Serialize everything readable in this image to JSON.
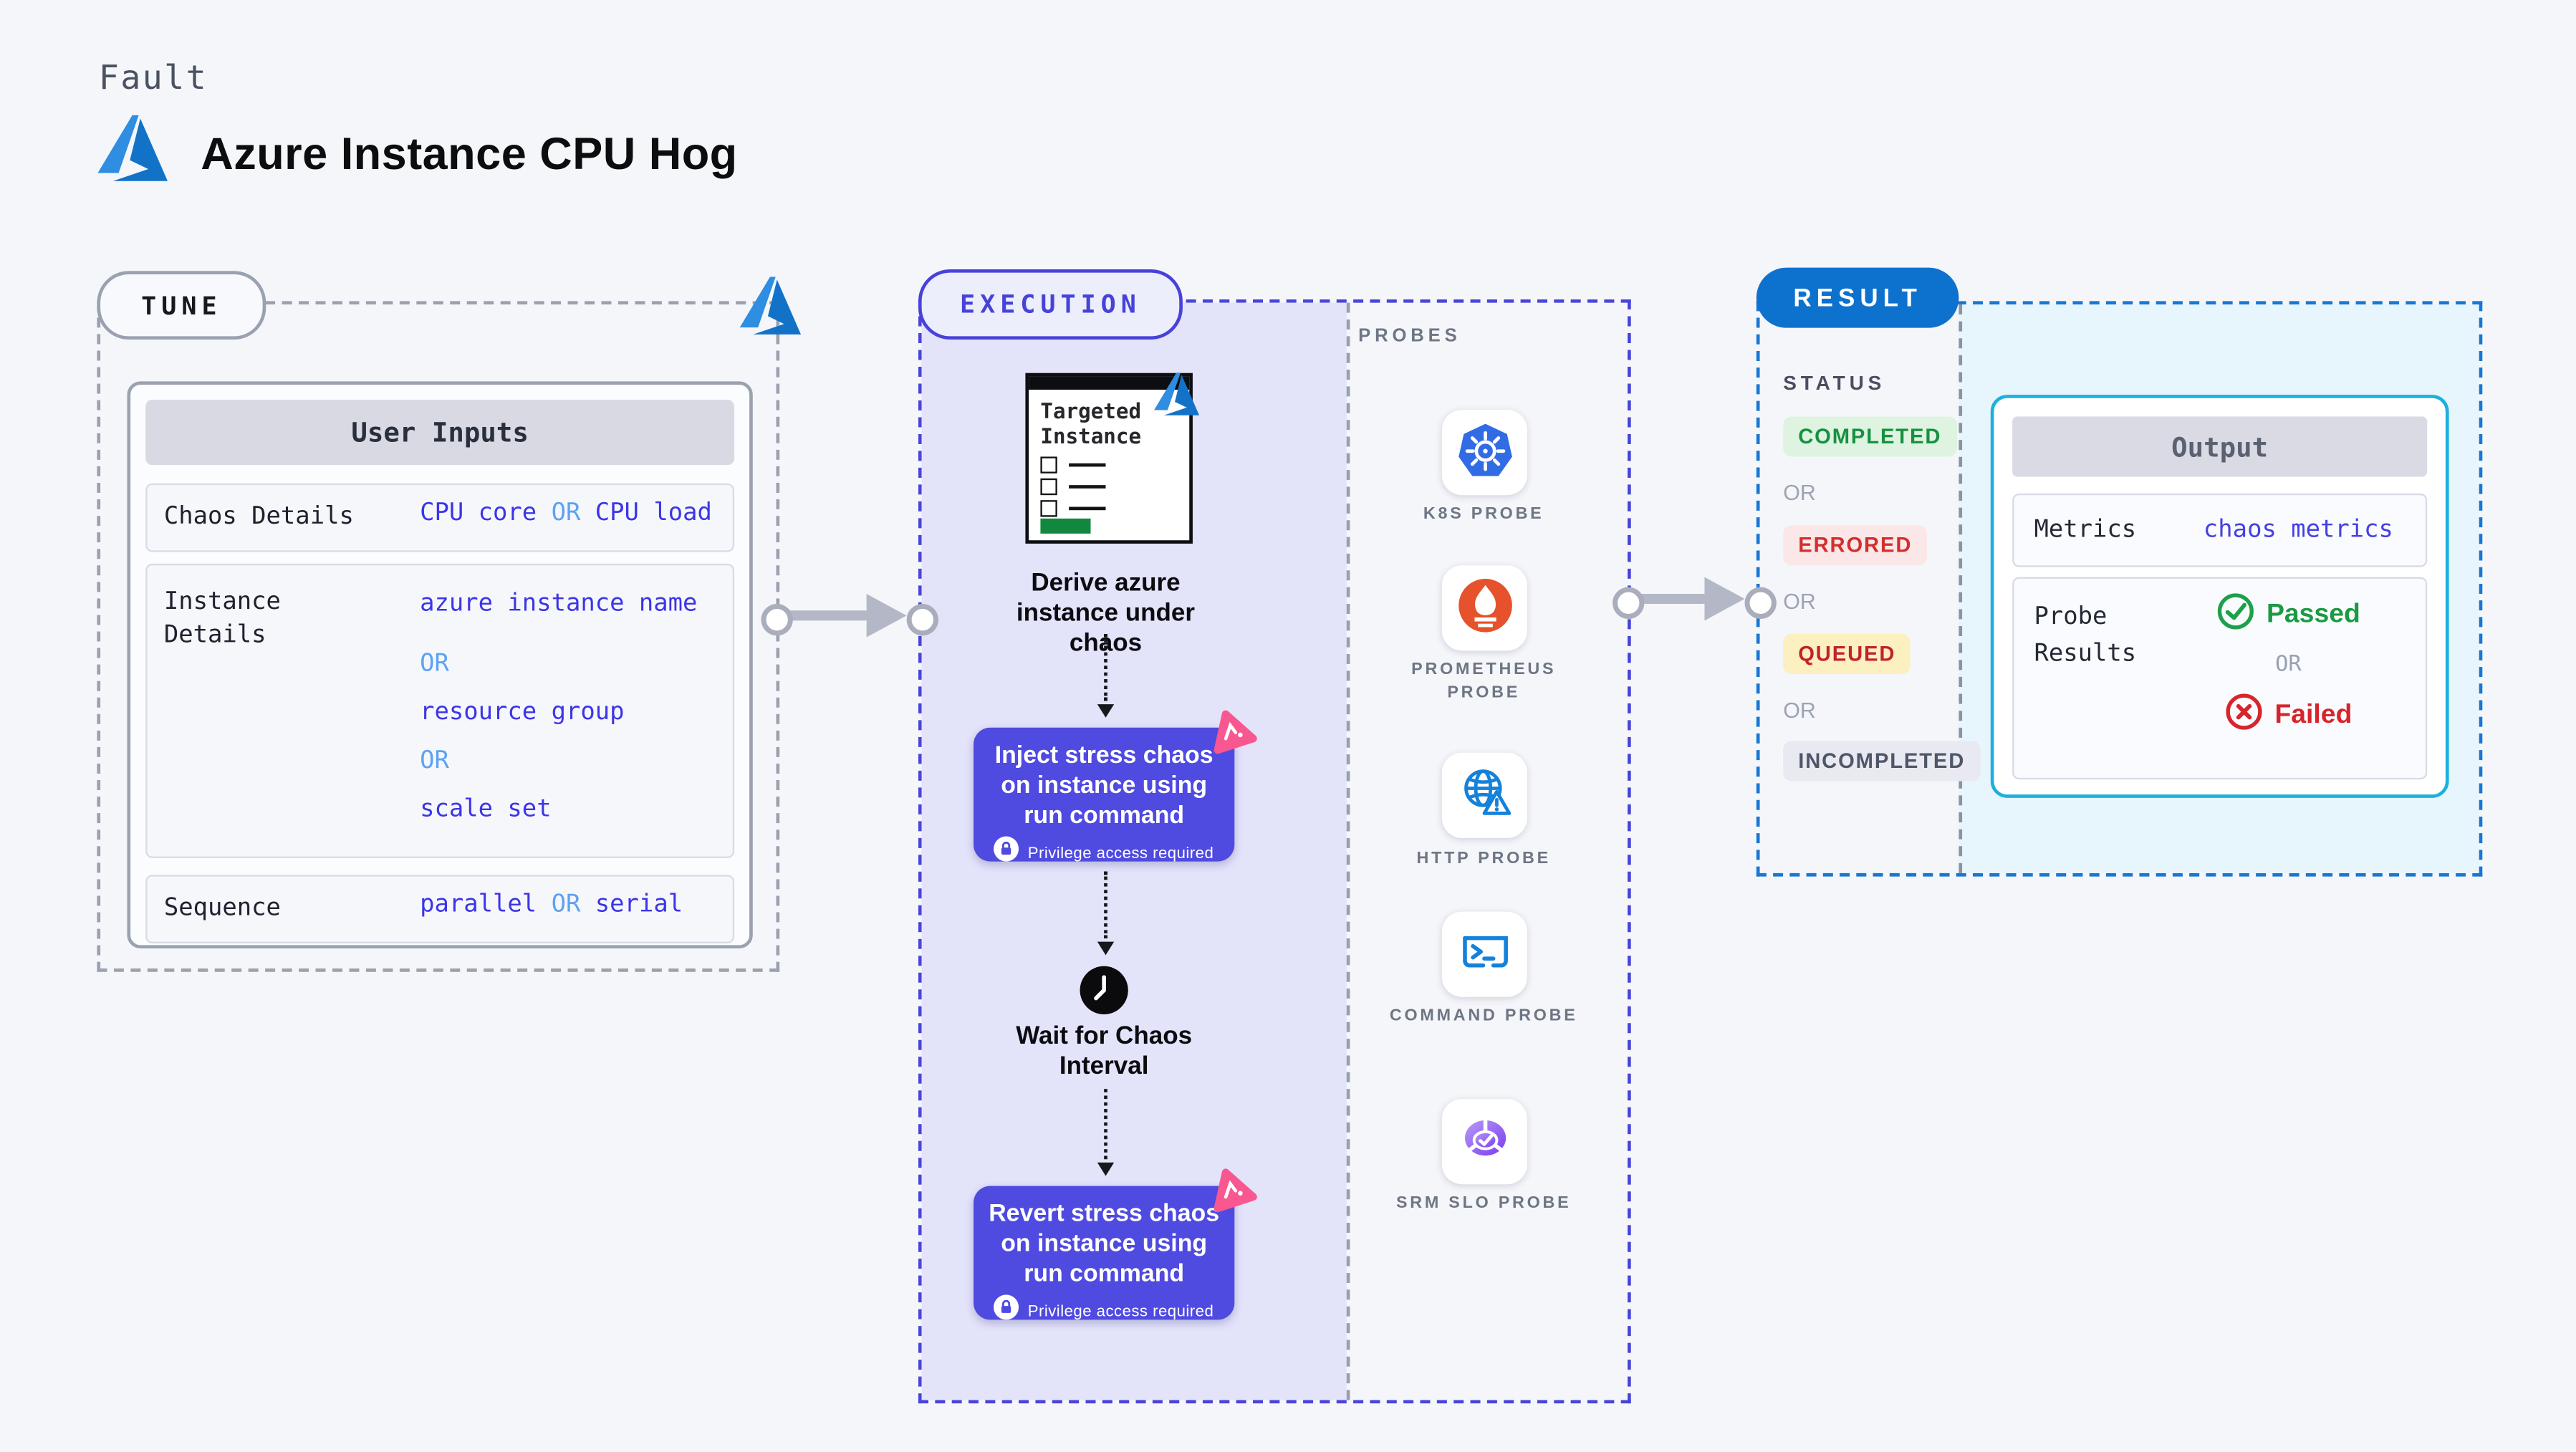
{
  "header": {
    "kicker": "Fault",
    "title": "Azure Instance CPU Hog"
  },
  "tune": {
    "pill": "TUNE",
    "table": {
      "header": "User Inputs",
      "chaos": {
        "label": "Chaos Details",
        "v1": "CPU core",
        "or": "OR",
        "v2": "CPU load"
      },
      "instance": {
        "label": "Instance Details",
        "v1": "azure instance name",
        "or1": "OR",
        "v2": "resource group",
        "or2": "OR",
        "v3": "scale set"
      },
      "sequence": {
        "label": "Sequence",
        "v1": "parallel",
        "or": "OR",
        "v2": "serial"
      }
    }
  },
  "execution": {
    "pill": "EXECUTION",
    "card": {
      "title": "Targeted Instance"
    },
    "derive_caption": "Derive azure instance under chaos",
    "inject": {
      "text": "Inject stress chaos on instance using run command",
      "privilege": "Privilege access required"
    },
    "wait_caption": "Wait for Chaos Interval",
    "revert": {
      "text": "Revert stress chaos on instance using run command",
      "privilege": "Privilege access required"
    }
  },
  "probes": {
    "title": "PROBES",
    "items": [
      {
        "icon": "kubernetes-icon",
        "label": "K8S PROBE"
      },
      {
        "icon": "prometheus-icon",
        "label": "PROMETHEUS PROBE"
      },
      {
        "icon": "http-globe-icon",
        "label": "HTTP PROBE"
      },
      {
        "icon": "command-terminal-icon",
        "label": "COMMAND PROBE"
      },
      {
        "icon": "srm-slo-icon",
        "label": "SRM SLO PROBE"
      }
    ]
  },
  "result": {
    "pill": "RESULT",
    "status": {
      "title": "STATUS",
      "completed": "COMPLETED",
      "or1": "OR",
      "errored": "ERRORED",
      "or2": "OR",
      "queued": "QUEUED",
      "or3": "OR",
      "incompleted": "INCOMPLETED"
    },
    "output": {
      "header": "Output",
      "metrics_label": "Metrics",
      "metrics_value": "chaos metrics",
      "probe_label": "Probe Results",
      "passed": "Passed",
      "or": "OR",
      "failed": "Failed"
    }
  },
  "colors": {
    "page_bg": "#f5f6fa",
    "azure_blue": "#1679d0",
    "indigo_accent": "#4742d8",
    "execution_fill": "#e3e3fa",
    "action_purple": "#4f4ae0",
    "litmus_pink": "#f9578f",
    "result_blue": "#1777d3",
    "result_fill": "#e7f5fd",
    "output_border": "#1db0de",
    "value_blue": "#3c35e8",
    "or_blue": "#5ea2f2",
    "green": "#179141",
    "red": "#d22f2f",
    "queued_bg": "#fcefc0",
    "incompleted_bg": "#e8e9f1"
  }
}
